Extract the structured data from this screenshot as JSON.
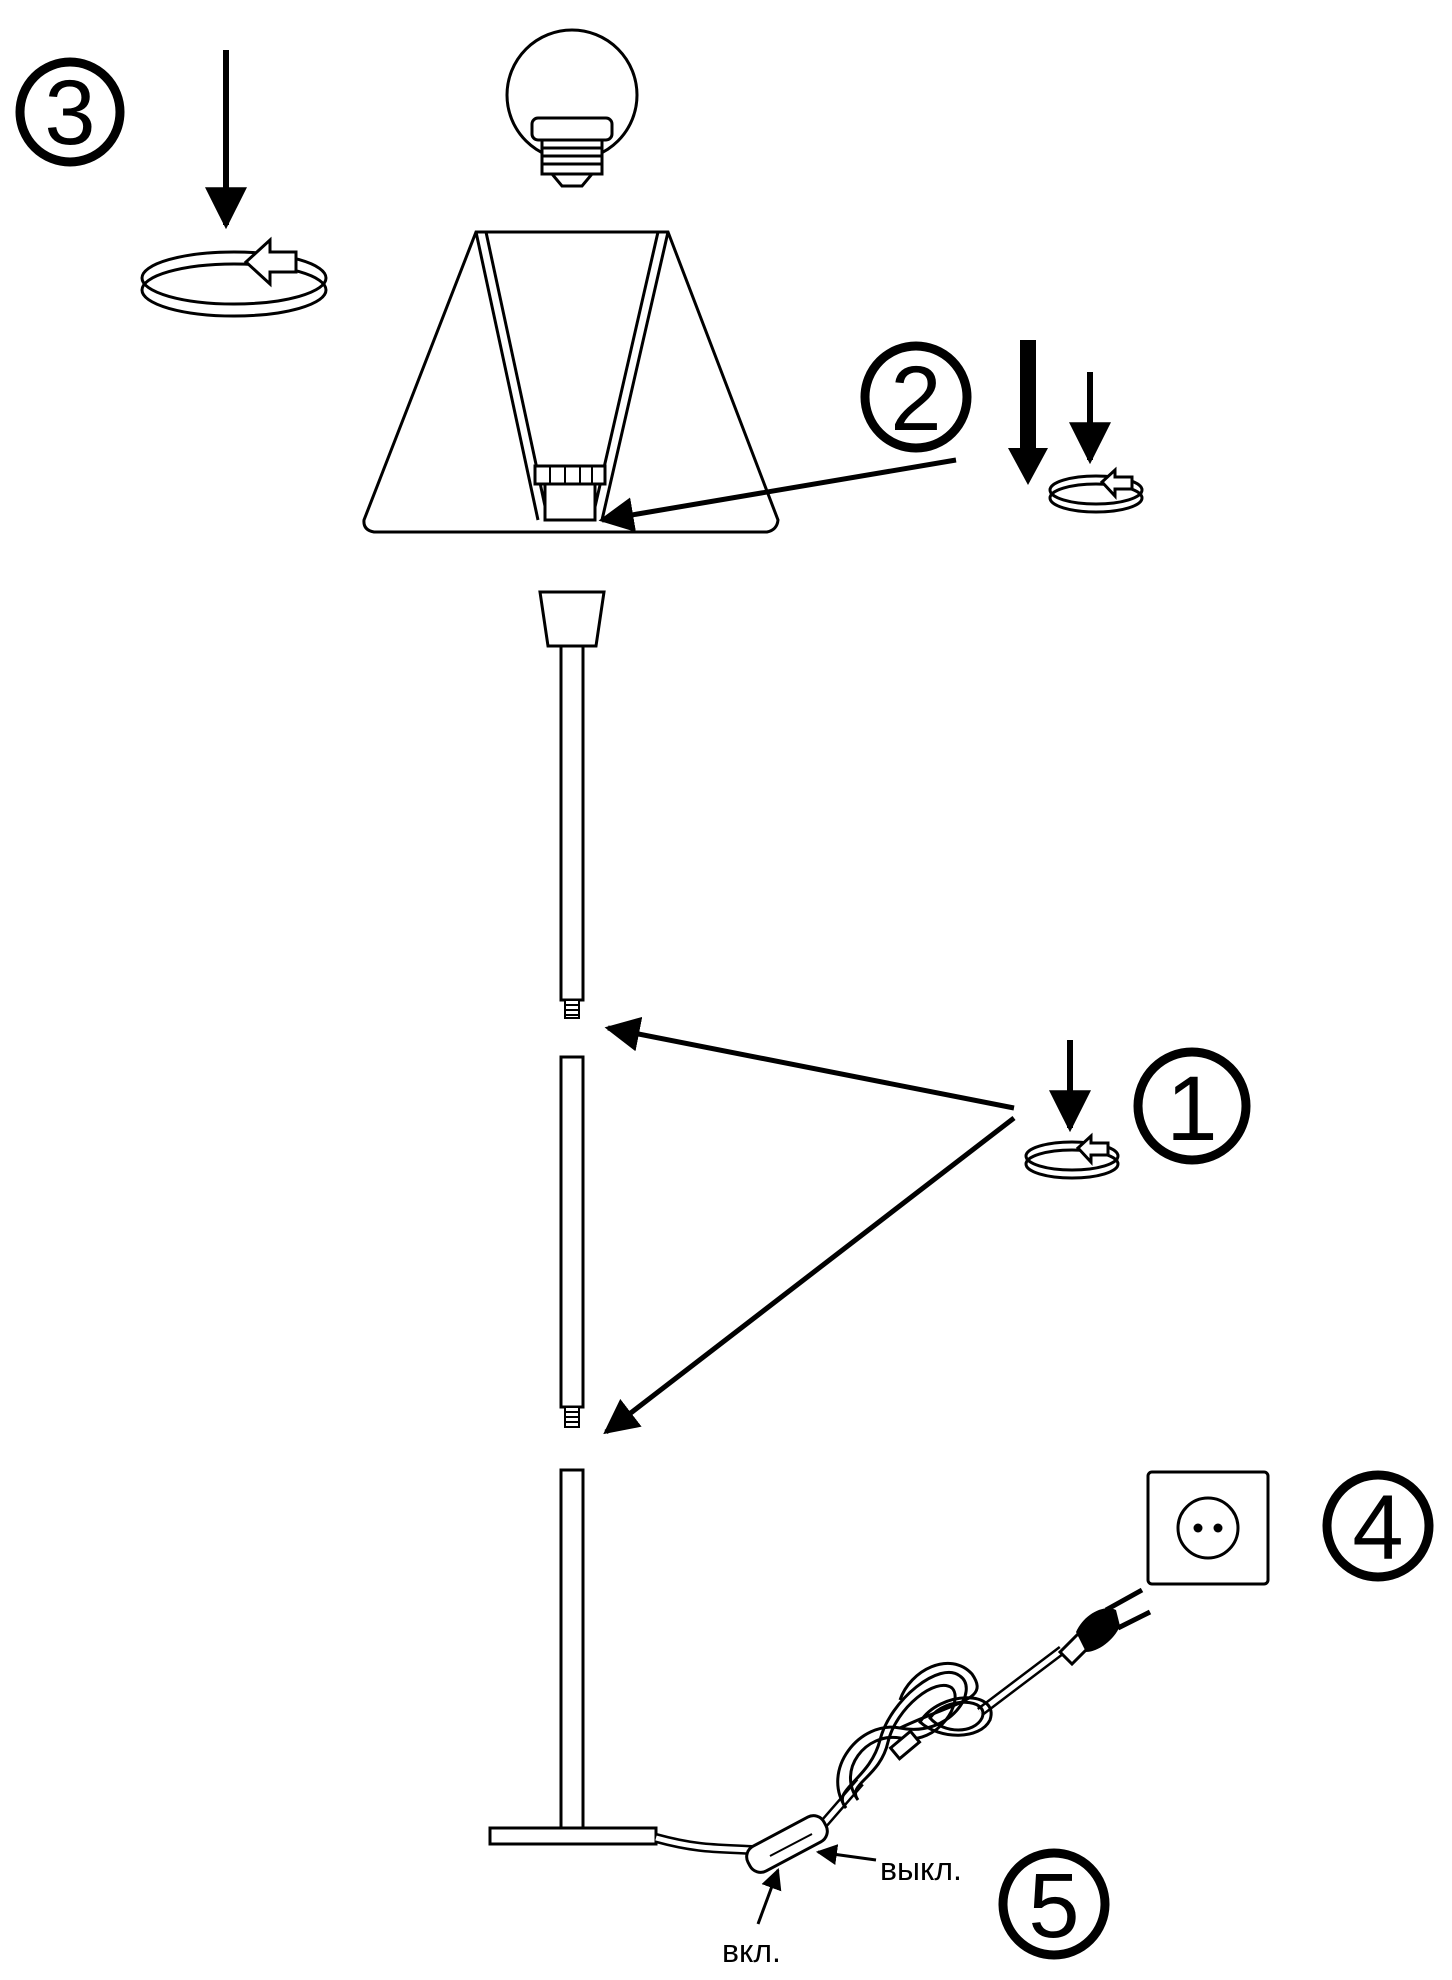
{
  "steps": [
    {
      "number": "1"
    },
    {
      "number": "2"
    },
    {
      "number": "3"
    },
    {
      "number": "4"
    },
    {
      "number": "5"
    }
  ],
  "labels": {
    "switch_on": "вкл.",
    "switch_off": "выкл."
  },
  "colors": {
    "line": "#000000",
    "fill": "#ffffff"
  }
}
